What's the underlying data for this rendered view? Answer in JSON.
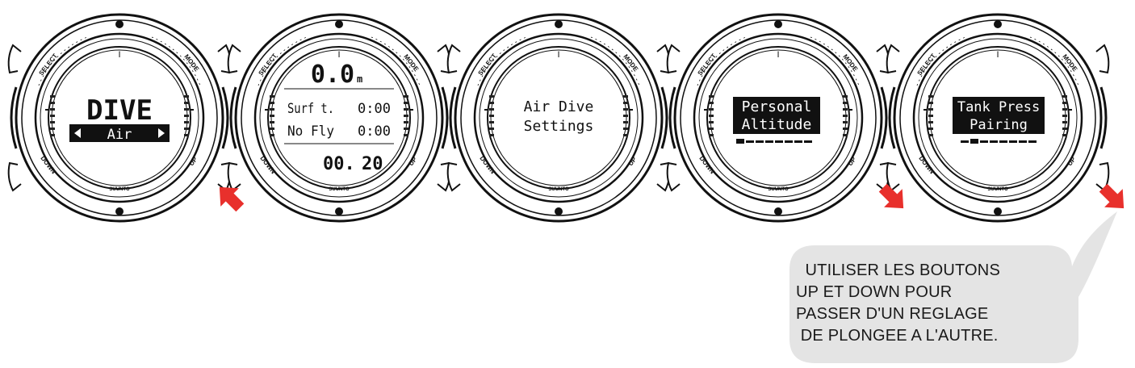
{
  "watches": [
    {
      "id": "dive-mode",
      "bezel": {
        "top": "I",
        "left": "SELECT",
        "right": "MODE",
        "bottom_left": "DOWN",
        "bottom_right": "UP",
        "brand": "SUUNTO"
      },
      "screen": {
        "title": "DIVE",
        "selector": "Air"
      }
    },
    {
      "id": "surface-display",
      "bezel": {
        "top": "I",
        "left": "SELECT",
        "right": "MODE",
        "bottom_left": "DOWN",
        "bottom_right": "UP",
        "brand": "SUUNTO"
      },
      "screen": {
        "depth_value": "0.0",
        "depth_unit": "m",
        "row1_label": "Surf t.",
        "row1_value": "0:00",
        "row2_label": "No Fly",
        "row2_value": "0:00",
        "bottom_left": "00.",
        "bottom_right": "20"
      }
    },
    {
      "id": "air-dive-settings",
      "bezel": {
        "top": "I",
        "left": "SELECT",
        "right": "MODE",
        "bottom_left": "DOWN",
        "bottom_right": "UP",
        "brand": "SUUNTO"
      },
      "screen": {
        "line1": "Air Dive",
        "line2": "Settings"
      }
    },
    {
      "id": "personal-altitude",
      "bezel": {
        "top": "I",
        "left": "SELECT",
        "right": "MODE",
        "bottom_left": "DOWN",
        "bottom_right": "UP",
        "brand": "SUUNTO"
      },
      "screen": {
        "line1": "Personal",
        "line2": "Altitude",
        "progress_index": 0,
        "progress_total": 8
      }
    },
    {
      "id": "tank-press-pairing",
      "bezel": {
        "top": "I",
        "left": "SELECT",
        "right": "MODE",
        "bottom_left": "DOWN",
        "bottom_right": "UP",
        "brand": "SUUNTO"
      },
      "screen": {
        "line1": "Tank Press",
        "line2": "Pairing",
        "progress_index": 1,
        "progress_total": 8
      }
    }
  ],
  "arrows": [
    {
      "near": "dive-mode",
      "direction": "up-left",
      "color": "#e8302c"
    },
    {
      "near": "personal-altitude",
      "direction": "down-right",
      "color": "#e8302c"
    },
    {
      "near": "tank-press-pairing",
      "direction": "down-right",
      "color": "#e8302c"
    }
  ],
  "callout": {
    "lines": [
      "  UTILISER LES BOUTONS",
      "UP ET DOWN POUR",
      "PASSER D'UN REGLAGE",
      " DE PLONGEE A L'AUTRE."
    ],
    "bubble_color": "#e4e4e4"
  }
}
